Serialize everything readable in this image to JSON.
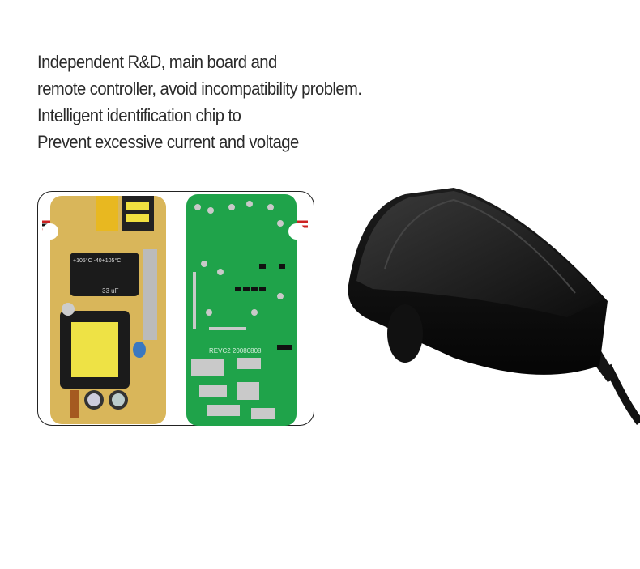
{
  "caption": {
    "lines": [
      "Independent R&D, main board and",
      "remote controller, avoid incompatibility problem.",
      "Intelligent identification chip to",
      "Prevent excessive current and voltage"
    ]
  },
  "boards": {
    "capacitor_label": "+105°C -40+105°C",
    "capacitor_value": "33 uF",
    "pcb_revision": "REVC2 20080808"
  },
  "colors": {
    "yellow_board": "#d9b65a",
    "green_board": "#1fa34a",
    "adapter": "#1a1a1a"
  }
}
